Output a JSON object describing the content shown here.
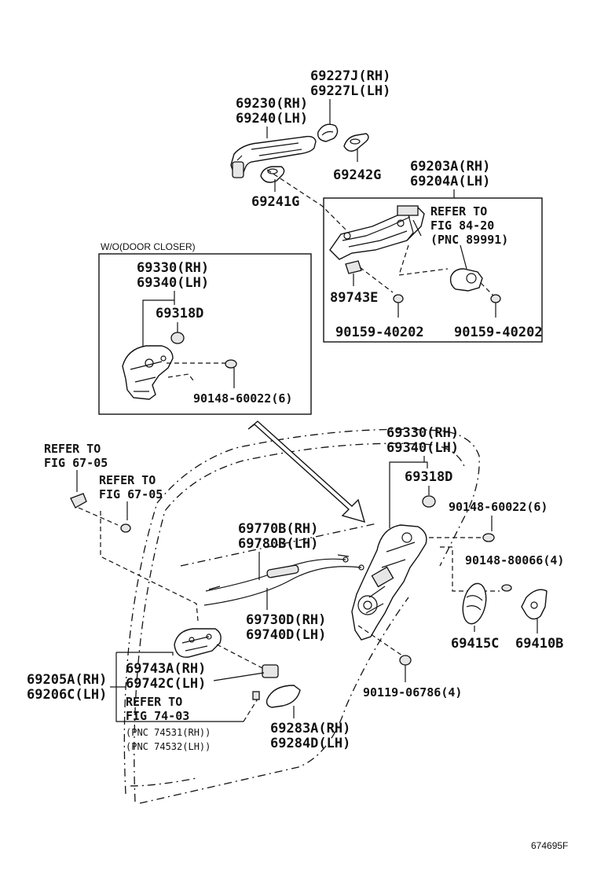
{
  "labels": {
    "p69227": [
      "69227J(RH)",
      "69227L(LH)"
    ],
    "p69230": [
      "69230(RH)",
      "69240(LH)"
    ],
    "p69242G": "69242G",
    "p69203": [
      "69203A(RH)",
      "69204A(LH)"
    ],
    "p69241G": "69241G",
    "refer84": [
      "REFER TO",
      "FIG 84-20",
      "(PNC 89991)"
    ],
    "p89743E": "89743E",
    "p90159a": "90159-40202",
    "p90159b": "90159-40202",
    "doorCloserTitle": "W/O(DOOR CLOSER)",
    "inset69330": [
      "69330(RH)",
      "69340(LH)"
    ],
    "inset69318D": "69318D",
    "inset90148": "90148-60022(6)",
    "main69330": [
      "69330(RH)",
      "69340(LH)"
    ],
    "main69318D": "69318D",
    "main90148a": "90148-60022(6)",
    "refer6705a": [
      "REFER TO",
      "FIG 67-05"
    ],
    "refer6705b": [
      "REFER TO",
      "FIG 67-05"
    ],
    "p69770": [
      "69770B(RH)",
      "69780B(LH)"
    ],
    "p90148b": "90148-80066(4)",
    "p69730": [
      "69730D(RH)",
      "69740D(LH)"
    ],
    "p69415C": "69415C",
    "p69410B": "69410B",
    "p69743": [
      "69743A(RH)",
      "69742C(LH)"
    ],
    "p69205": [
      "69205A(RH)",
      "69206C(LH)"
    ],
    "refer7403": [
      "REFER TO",
      "FIG 74-03"
    ],
    "pnc745": [
      "(PNC 74531(RH))",
      "(PNC 74532(LH))"
    ],
    "p90119": "90119-06786(4)",
    "p69283": [
      "69283A(RH)",
      "69284D(LH)"
    ],
    "figureId": "674695F"
  }
}
